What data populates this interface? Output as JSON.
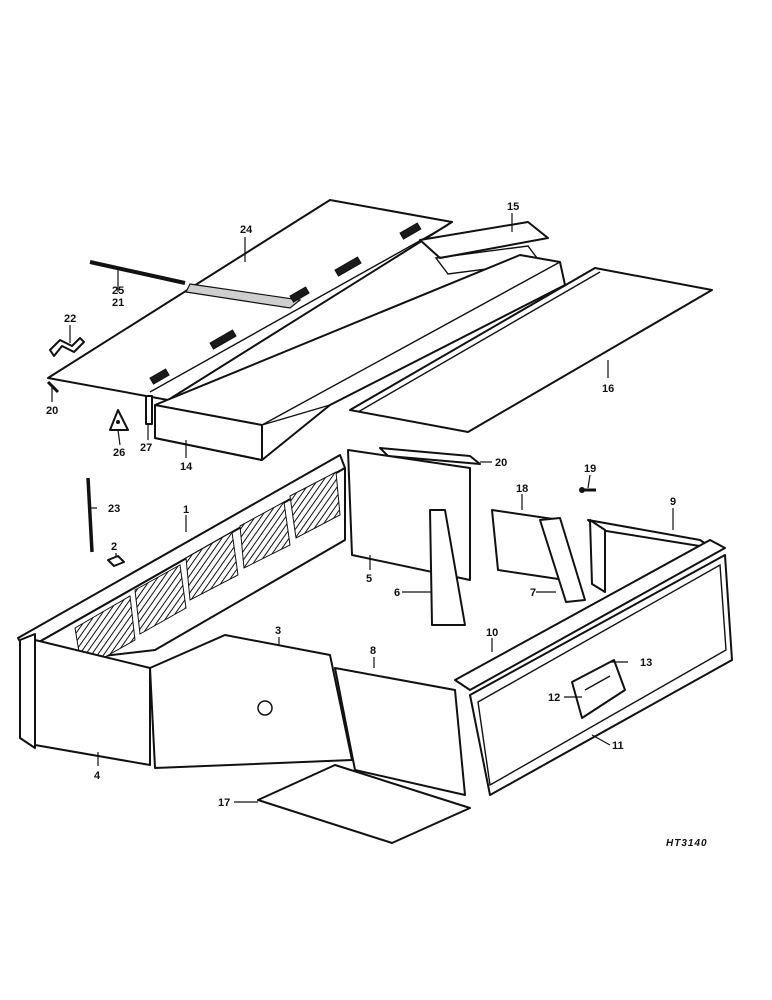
{
  "figure_code": "HT3140",
  "callouts": {
    "c1": "1",
    "c2": "2",
    "c3": "3",
    "c4": "4",
    "c5": "5",
    "c6": "6",
    "c7": "7",
    "c8": "8",
    "c9": "9",
    "c10": "10",
    "c11": "11",
    "c12": "12",
    "c13": "13",
    "c14": "14",
    "c15": "15",
    "c16": "16",
    "c17": "17",
    "c18": "18",
    "c19": "19",
    "c20a": "20",
    "c20b": "20",
    "c21": "21",
    "c22": "22",
    "c23": "23",
    "c24": "24",
    "c25": "25",
    "c26": "26",
    "c27": "27"
  }
}
